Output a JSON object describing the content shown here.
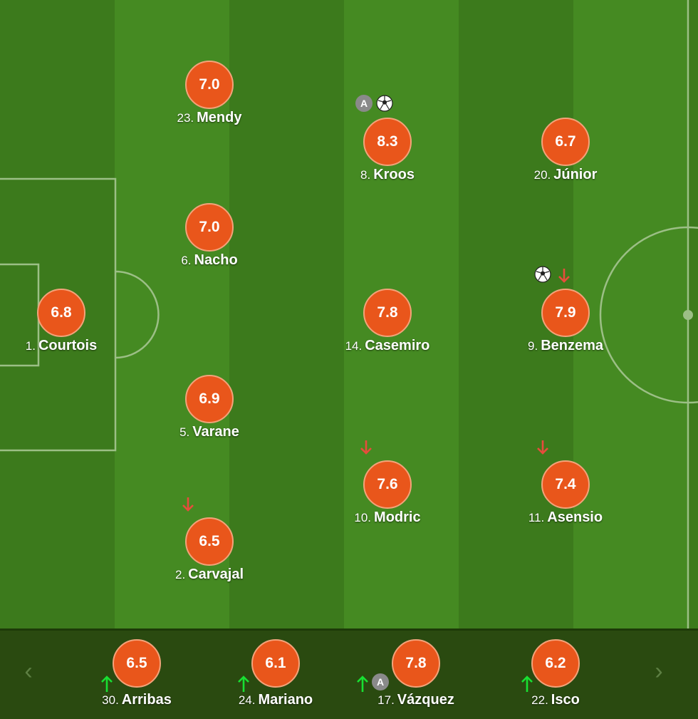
{
  "colors": {
    "rating_bg": "#e9561b",
    "pitch_light": "#458a22",
    "pitch_dark": "#3c7a1c",
    "bench_bg": "#2a4a10",
    "sub_in": "#18e032",
    "sub_out": "#e74c3c"
  },
  "icons": {
    "goal": "soccer-ball-icon",
    "assist": "assist-badge-icon",
    "sub_out": "arrow-down-icon",
    "sub_in": "arrow-up-icon",
    "prev": "chevron-left-icon",
    "next": "chevron-right-icon"
  },
  "assist_label": "A",
  "players": [
    {
      "num": "1.",
      "name": "Courtois",
      "rating": "6.8"
    },
    {
      "num": "23.",
      "name": "Mendy",
      "rating": "7.0"
    },
    {
      "num": "6.",
      "name": "Nacho",
      "rating": "7.0"
    },
    {
      "num": "5.",
      "name": "Varane",
      "rating": "6.9"
    },
    {
      "num": "2.",
      "name": "Carvajal",
      "rating": "6.5",
      "subbed_off": true
    },
    {
      "num": "8.",
      "name": "Kroos",
      "rating": "8.3",
      "assist": true,
      "goal": true
    },
    {
      "num": "14.",
      "name": "Casemiro",
      "rating": "7.8"
    },
    {
      "num": "10.",
      "name": "Modric",
      "rating": "7.6",
      "subbed_off": true
    },
    {
      "num": "20.",
      "name": "Júnior",
      "rating": "6.7"
    },
    {
      "num": "9.",
      "name": "Benzema",
      "rating": "7.9",
      "goal": true,
      "subbed_off": true
    },
    {
      "num": "11.",
      "name": "Asensio",
      "rating": "7.4",
      "subbed_off": true
    }
  ],
  "bench": [
    {
      "num": "30.",
      "name": "Arribas",
      "rating": "6.5",
      "subbed_on": true
    },
    {
      "num": "24.",
      "name": "Mariano",
      "rating": "6.1",
      "subbed_on": true
    },
    {
      "num": "17.",
      "name": "Vázquez",
      "rating": "7.8",
      "subbed_on": true,
      "assist": true
    },
    {
      "num": "22.",
      "name": "Isco",
      "rating": "6.2",
      "subbed_on": true
    }
  ]
}
